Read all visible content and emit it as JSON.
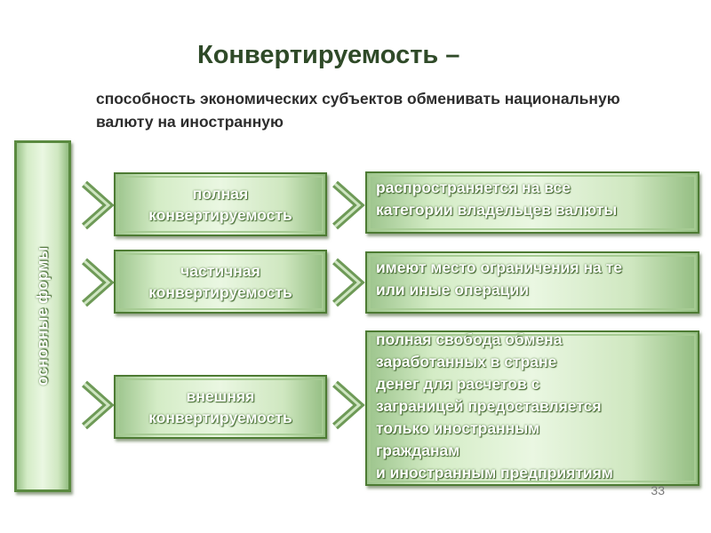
{
  "title": "Конвертируемость –",
  "subtitle": "способность экономических субъектов обменивать национальную валюту на иностранную",
  "side_label": "основные формы",
  "forms": [
    {
      "line1": "полная",
      "line2": "конвертируемость"
    },
    {
      "line1": "частичная",
      "line2": "конвертируемость"
    },
    {
      "line1": "внешняя",
      "line2": "конвертируемость"
    }
  ],
  "descriptions": [
    [
      "распространяется на все",
      "категории владельцев валюты"
    ],
    [
      "имеют место ограничения на те",
      "или иные операции"
    ],
    [
      "полная свобода обмена",
      "заработанных в стране",
      "денег для расчетов с",
      "заграницей предоставляется",
      "только иностранным",
      "гражданам",
      "и иностранным предприятиям"
    ]
  ],
  "page_number": "33",
  "colors": {
    "accent": "#5a8a40",
    "title": "#2f4a28"
  }
}
